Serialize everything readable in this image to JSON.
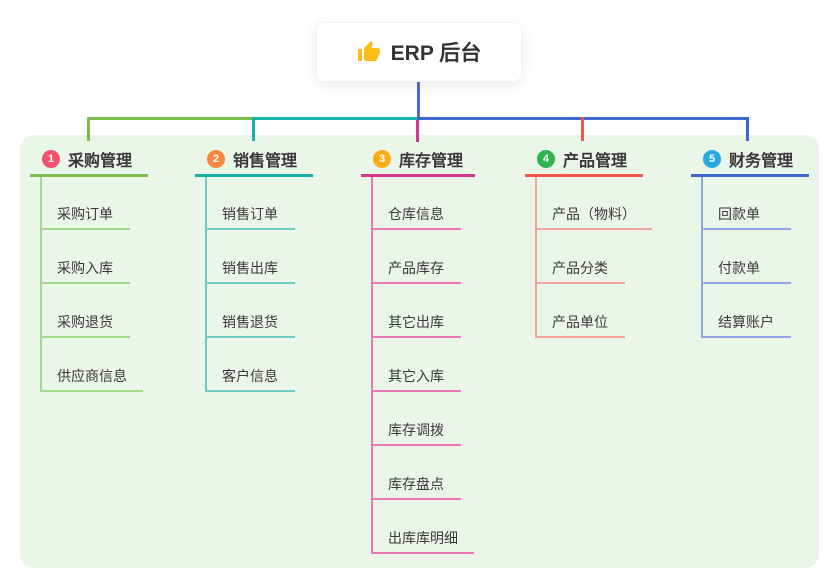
{
  "canvas": {
    "panel_color": "#EAF6E7",
    "background_color": "#FFFFFF"
  },
  "root": {
    "title": "ERP 后台",
    "icon": "thumbs-up-icon",
    "icon_color": "#F9BE1B",
    "connector_color": "#5468D4"
  },
  "branches": [
    {
      "badge": "1",
      "title": "采购管理",
      "badge_color": "#F1536F",
      "line_color": "#7CBE4B",
      "child_line_color": "#A6D88D",
      "children": [
        "采购订单",
        "采购入库",
        "采购退货",
        "供应商信息"
      ]
    },
    {
      "badge": "2",
      "title": "销售管理",
      "badge_color": "#F8873F",
      "line_color": "#18B2A8",
      "child_line_color": "#6FCDC4",
      "children": [
        "销售订单",
        "销售出库",
        "销售退货",
        "客户信息"
      ]
    },
    {
      "badge": "3",
      "title": "库存管理",
      "badge_color": "#FBAD18",
      "line_color": "#D5378F",
      "child_line_color": "#EC77B7",
      "children": [
        "仓库信息",
        "产品库存",
        "其它出库",
        "其它入库",
        "库存调拨",
        "库存盘点",
        "出库库明细"
      ]
    },
    {
      "badge": "4",
      "title": "产品管理",
      "badge_color": "#2FB54D",
      "line_color": "#F4564F",
      "child_line_color": "#F8A29C",
      "children": [
        "产品（物料）",
        "产品分类",
        "产品单位"
      ]
    },
    {
      "badge": "5",
      "title": "财务管理",
      "badge_color": "#29A9E1",
      "line_color": "#3E68D0",
      "child_line_color": "#93A6E1",
      "children": [
        "回款单",
        "付款单",
        "结算账户"
      ]
    }
  ]
}
